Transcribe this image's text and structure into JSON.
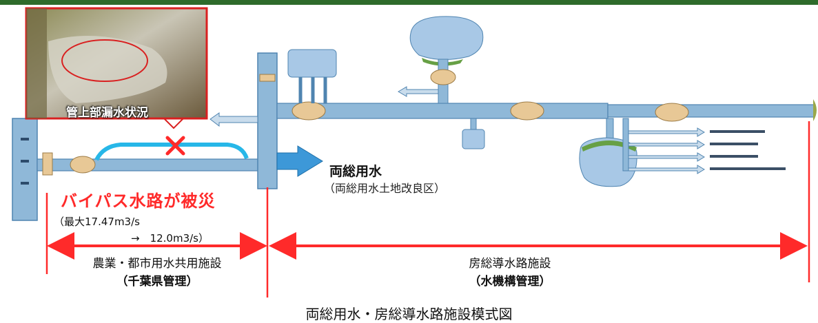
{
  "diagram": {
    "caption": "両総用水・房総導水路施設模式図",
    "photo_caption": "管上部漏水状況",
    "bypass_label": "バイパス水路が被災",
    "flow_max": "（最大17.47m3/s",
    "flow_reduced": "→　12.0m3/s）",
    "ryoso_title": "両総用水",
    "ryoso_sub": "（両総用水土地改良区）",
    "left_section": {
      "name": "農業・都市用水共用施設",
      "manager": "（千葉県管理）"
    },
    "right_section": {
      "name": "房総導水路施設",
      "manager": "（水機構管理）"
    }
  },
  "colors": {
    "header_bar": "#2e6b2b",
    "waterway": "#8fb8d8",
    "waterway_stroke": "#4f84b0",
    "reservoir": "#a8c8e6",
    "facility": "#e8c896",
    "alert": "#ff2a2a",
    "bypass": "#27b7e8"
  }
}
